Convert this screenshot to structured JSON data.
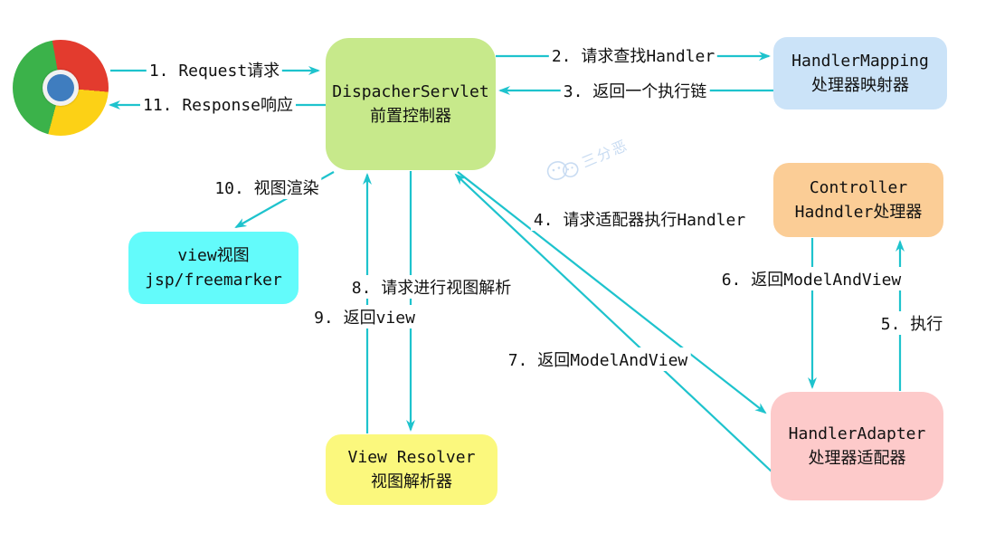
{
  "diagram": {
    "title_hint": "Spring MVC DispatcherServlet request flow",
    "colors": {
      "background": "#ffffff",
      "arrow": "#1ec3cd",
      "dispatcher_bg": "#c7e98b",
      "handler_mapping_bg": "#cbe3f8",
      "controller_bg": "#fbcd96",
      "view_bg": "#63fbfb",
      "view_resolver_bg": "#fbf87d",
      "handler_adapter_bg": "#fdcaca",
      "watermark": "#c9dcf2"
    },
    "nodes": {
      "browser": {
        "icon": "chrome-logo"
      },
      "dispatcher": {
        "line1": "DispacherServlet",
        "line2": "前置控制器"
      },
      "handler_mapping": {
        "line1": "HandlerMapping",
        "line2": "处理器映射器"
      },
      "controller": {
        "line1": "Controller",
        "line2": "Hadndler处理器"
      },
      "view": {
        "line1": "view视图",
        "line2": "jsp/freemarker"
      },
      "view_resolver": {
        "line1": "View Resolver",
        "line2": "视图解析器"
      },
      "handler_adapter": {
        "line1": "HandlerAdapter",
        "line2": "处理器适配器"
      }
    },
    "edges": {
      "e1": {
        "label": "1. Request请求",
        "from": "browser",
        "to": "dispatcher"
      },
      "e2": {
        "label": "2. 请求查找Handler",
        "from": "dispatcher",
        "to": "handler_mapping"
      },
      "e3": {
        "label": "3. 返回一个执行链",
        "from": "handler_mapping",
        "to": "dispatcher"
      },
      "e4": {
        "label": "4. 请求适配器执行Handler",
        "from": "dispatcher",
        "to": "handler_adapter"
      },
      "e5": {
        "label": "5. 执行",
        "from": "handler_adapter",
        "to": "controller"
      },
      "e6": {
        "label": "6. 返回ModelAndView",
        "from": "controller",
        "to": "handler_adapter"
      },
      "e7": {
        "label": "7. 返回ModelAndView",
        "from": "handler_adapter",
        "to": "dispatcher"
      },
      "e8": {
        "label": "8. 请求进行视图解析",
        "from": "dispatcher",
        "to": "view_resolver"
      },
      "e9": {
        "label": "9. 返回view",
        "from": "view_resolver",
        "to": "dispatcher"
      },
      "e10": {
        "label": "10. 视图渲染",
        "from": "dispatcher",
        "to": "view"
      },
      "e11": {
        "label": "11. Response响应",
        "from": "dispatcher",
        "to": "browser"
      }
    },
    "watermark": {
      "text": "三分恶"
    }
  }
}
